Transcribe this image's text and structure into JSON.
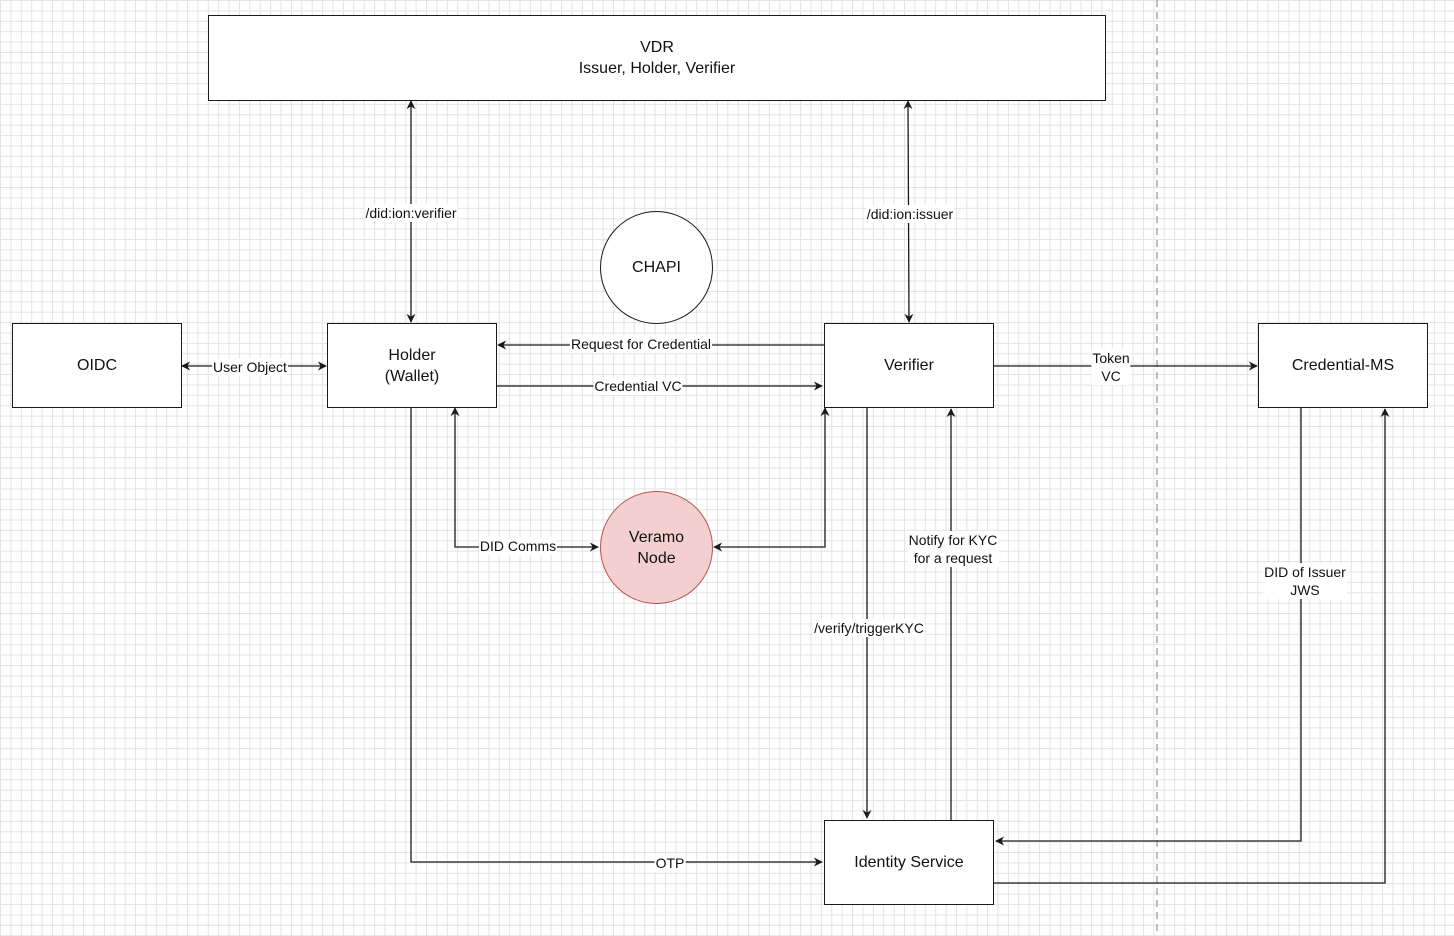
{
  "nodes": {
    "vdr": {
      "title": "VDR",
      "subtitle": "Issuer, Holder, Verifier"
    },
    "chapi": {
      "label": "CHAPI"
    },
    "oidc": {
      "label": "OIDC"
    },
    "holder": {
      "line1": "Holder",
      "line2": "(Wallet)"
    },
    "verifier": {
      "label": "Verifier"
    },
    "credential_ms": {
      "label": "Credential-MS"
    },
    "veramo": {
      "line1": "Veramo",
      "line2": "Node"
    },
    "identity": {
      "label": "Identity Service"
    }
  },
  "edges": {
    "did_ion_verifier": "/did:ion:verifier",
    "did_ion_issuer": "/did:ion:issuer",
    "user_object": "User Object",
    "request_for_credential": "Request for Credential",
    "credential_vc": "Credential VC",
    "token": "Token",
    "vc": "VC",
    "did_comms": "DID Comms",
    "notify_line1": "Notify for KYC",
    "notify_line2": "for a request",
    "verify_trigger": "/verify/triggerKYC",
    "did_of_issuer": "DID of Issuer",
    "jws": "JWS",
    "otp": "OTP"
  },
  "colors": {
    "stroke": "#1a1a1a",
    "grid": "#e3e3e3",
    "veramo_fill": "#f3cfcf",
    "veramo_stroke": "#b85450"
  }
}
